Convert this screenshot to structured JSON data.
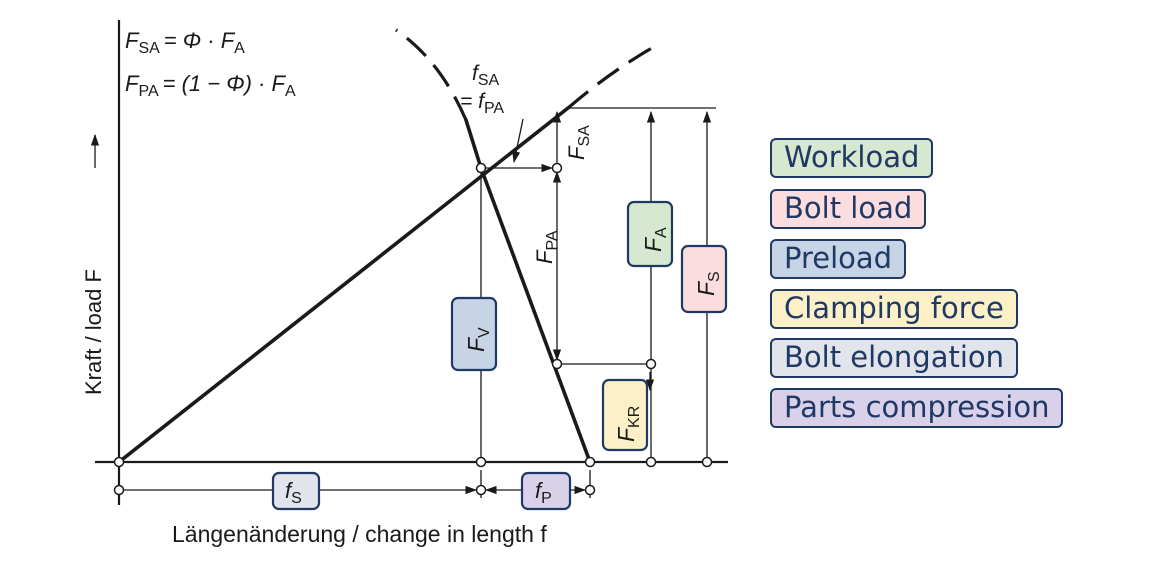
{
  "formulas": {
    "line1": {
      "lhs": "F",
      "lhs_sub": "SA",
      "rhs": "= Φ · F",
      "rhs_sub": "A"
    },
    "line2": {
      "lhs": "F",
      "lhs_sub": "PA",
      "rhs": "= (1 − Φ) · F",
      "rhs_sub": "A"
    }
  },
  "axes": {
    "y_label": "Kraft / load F",
    "x_label": "Längenänderung / change in length f"
  },
  "annotations": {
    "fsa_top": {
      "main": "f",
      "sub": "SA"
    },
    "fpa_eq": {
      "main": "= f",
      "sub": "PA"
    },
    "FSA": {
      "main": "F",
      "sub": "SA"
    },
    "FPA": {
      "main": "F",
      "sub": "PA"
    }
  },
  "tags": {
    "FV": {
      "main": "F",
      "sub": "V",
      "color": "#c6d4e6"
    },
    "FA": {
      "main": "F",
      "sub": "A",
      "color": "#d6e8cf"
    },
    "FS": {
      "main": "F",
      "sub": "S",
      "color": "#fbdcdf"
    },
    "FKR": {
      "main": "F",
      "sub": "KR",
      "color": "#fcf0c6"
    },
    "fS": {
      "main": "f",
      "sub": "S",
      "color": "#e1e4ea"
    },
    "fP": {
      "main": "f",
      "sub": "P",
      "color": "#d9d1ea"
    }
  },
  "legend": [
    {
      "label": "Workload",
      "color": "#d6e8cf"
    },
    {
      "label": "Bolt load",
      "color": "#fbdcdf"
    },
    {
      "label": "Preload",
      "color": "#c6d4e6"
    },
    {
      "label": "Clamping force",
      "color": "#fcf0c6"
    },
    {
      "label": "Bolt elongation",
      "color": "#e1e4ea"
    },
    {
      "label": "Parts compression",
      "color": "#d9d1ea"
    }
  ]
}
